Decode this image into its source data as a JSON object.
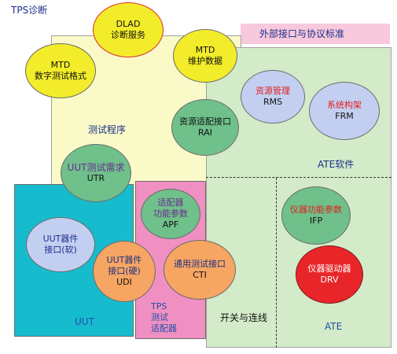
{
  "title": "TPS诊断",
  "external_interface_label": "外部接口与协议标准",
  "regions": {
    "test_program": "测试程序",
    "ate_software": "ATE软件",
    "uut": "UUT",
    "tps_adapter": [
      "TPS",
      "测试",
      "适配器"
    ],
    "switch_wiring": "开关与连线",
    "ate": "ATE"
  },
  "nodes": {
    "dlad": {
      "line1": "DLAD",
      "line2": "诊断服务"
    },
    "mtd_format": {
      "line1": "MTD",
      "line2": "数字测试格式"
    },
    "mtd_maintenance": {
      "line1": "MTD",
      "line2": "维护数据"
    },
    "rms": {
      "line1": "资源管理",
      "line2": "RMS"
    },
    "frm": {
      "line1": "系统构架",
      "line2": "FRM"
    },
    "rai": {
      "line1": "资源适配接口",
      "line2": "RAI"
    },
    "utr": {
      "line1": "UUT测试需求",
      "line2": "UTR"
    },
    "apf": {
      "line1": "适配器",
      "line2": "功能参数",
      "line3": "APF"
    },
    "ifp": {
      "line1": "仪器功能参数",
      "line2": "IFP"
    },
    "uut_soft": {
      "line1": "UUT器件",
      "line2": "接口(软)"
    },
    "udi": {
      "line1": "UUT器件",
      "line2": "接口(硬)",
      "line3": "UDI"
    },
    "cti": {
      "line1": "通用测试接口",
      "line2": "CTI"
    },
    "drv": {
      "line1": "仪器驱动器",
      "line2": "DRV"
    }
  },
  "colors": {
    "test_program_bg": "#fafac8",
    "ate_software_bg": "#d3ebc8",
    "uut_bg": "#16bcce",
    "tps_adapter_bg": "#f090c2",
    "interface_banner_bg": "#f8c9dd",
    "yellow_node": "#f2ec2a",
    "green_node": "#6fc08a",
    "blue_node": "#c3cff1",
    "orange_node": "#f6a562"
  }
}
